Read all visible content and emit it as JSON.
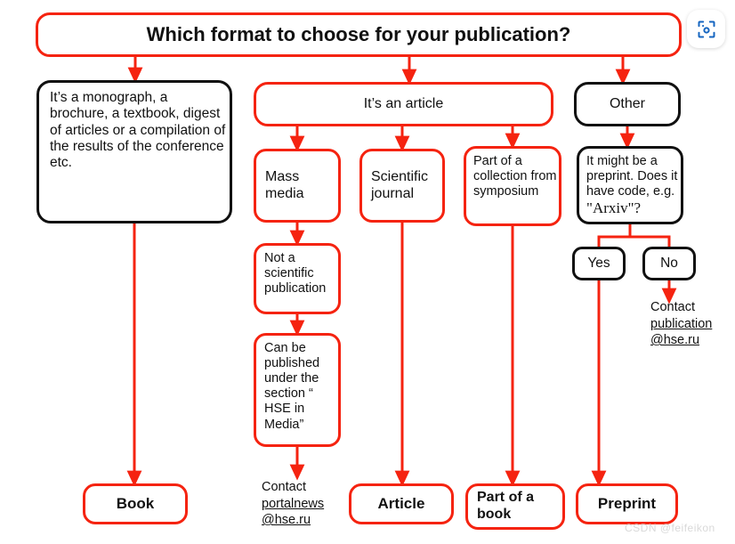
{
  "title": {
    "text": "Which format to choose for your publication?"
  },
  "badge": {
    "icon": "scan-focus-icon",
    "color": "#1565C0"
  },
  "watermark": {
    "text": "CSDN @feifeikon"
  },
  "colors": {
    "red": "#F52310",
    "black": "#111111",
    "white": "#FFFFFF"
  },
  "nodes": {
    "monograph": {
      "label": "It’s a monograph, a brochure,  a textbook, digest of articles or a compilation of the results of the conference etc.",
      "border": "black"
    },
    "article": {
      "label": "It’s an article",
      "border": "red"
    },
    "other": {
      "label": "Other",
      "border": "black"
    },
    "mass_media": {
      "label": "Mass media",
      "border": "red"
    },
    "sci_journal": {
      "label": "Scientific journal",
      "border": "red"
    },
    "collection": {
      "label": "Part of a collection from symposium",
      "border": "red"
    },
    "arxiv": {
      "label_plain": "It might be a preprint. Does it have code, e.g. ",
      "label_serif": "\"Arxiv\"?",
      "border": "black"
    },
    "yes": {
      "label": "Yes",
      "border": "black"
    },
    "no": {
      "label": "No",
      "border": "black"
    },
    "not_scientific": {
      "label": "Not a scientific publication",
      "border": "red"
    },
    "can_be_published": {
      "label": "Can be published under the section “ HSE in Media”",
      "border": "red"
    },
    "book": {
      "label": "Book",
      "border": "red"
    },
    "article_result": {
      "label": "Article",
      "border": "red"
    },
    "part_of_book": {
      "label": "Part of a book",
      "border": "red"
    },
    "preprint": {
      "label": "Preprint",
      "border": "red"
    }
  },
  "free_text": {
    "portalnews": {
      "line1": "Contact",
      "line2": "portalnews",
      "line3": "@hse.ru"
    },
    "publication": {
      "line1": "Contact",
      "line2": "publication",
      "line3": "@hse.ru"
    }
  }
}
